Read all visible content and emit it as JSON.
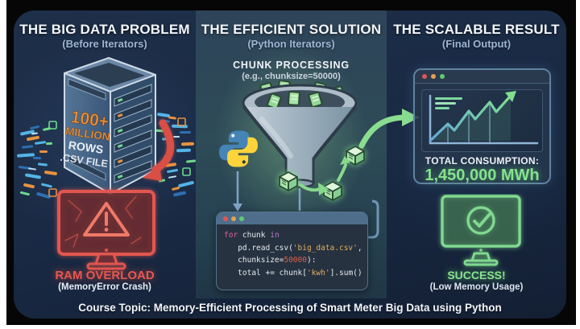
{
  "problem": {
    "title": "THE BIG DATA PROBLEM",
    "subtitle": "(Before Iterators)",
    "server_label": [
      "100+",
      "MILLION",
      "ROWS",
      ".CSV FILE"
    ],
    "status": "RAM OVERLOAD",
    "status_detail": "(MemoryError Crash)"
  },
  "solution": {
    "title": "THE EFFICIENT SOLUTION",
    "subtitle": "(Python Iterators)",
    "process_heading": "CHUNK PROCESSING",
    "process_detail": "(e.g., chunksize=50000)",
    "code": {
      "l1_kw": "for",
      "l1_mid": " chunk ",
      "l1_kw2": "in",
      "l2_a": "   pd.read_csv(",
      "l2_str": "'big_data.csv'",
      "l2_b": ",",
      "l3_a": "   chunksize=",
      "l3_num": "50000",
      "l3_b": "):",
      "l4_a": "   total += chunk[",
      "l4_str": "'kwh'",
      "l4_b": "].sum()"
    }
  },
  "result": {
    "title": "THE SCALABLE RESULT",
    "subtitle": "(Final Output)",
    "total_label": "TOTAL CONSUMPTION:",
    "total_value": "1,450,000 MWh",
    "status": "SUCCESS!",
    "status_detail": "(Low Memory Usage)"
  },
  "footer": {
    "text": "Course Topic: Memory-Efficient Processing of Smart Meter Big Data using Python"
  },
  "colors": {
    "accent_green": "#84e28c",
    "accent_red": "#e65750",
    "accent_orange": "#e8923f",
    "subtitle_blue": "#9cb6d4"
  }
}
